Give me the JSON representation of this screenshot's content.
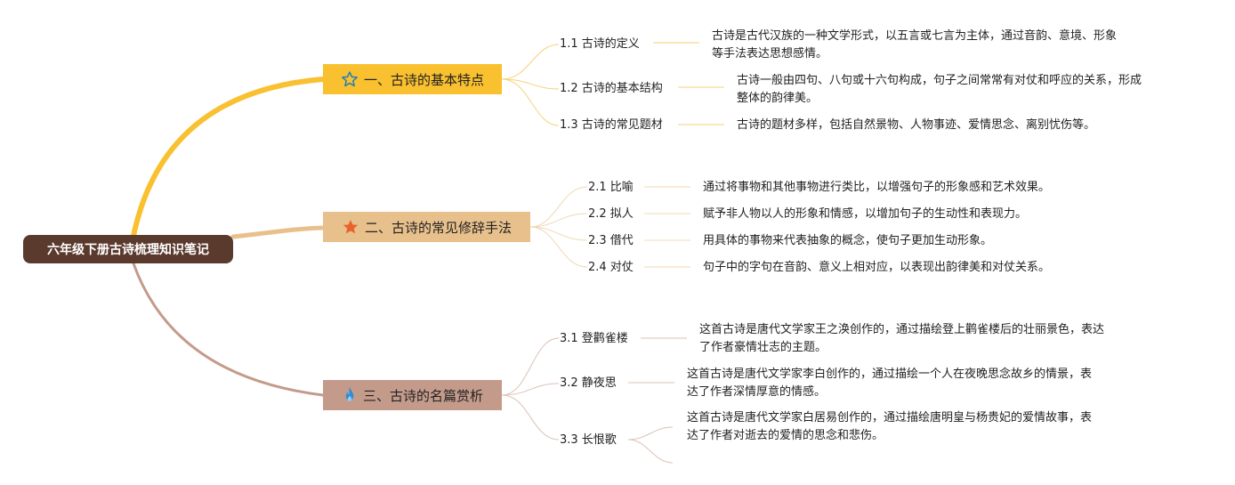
{
  "root": {
    "label": "六年级下册古诗梳理知识笔记"
  },
  "branches": [
    {
      "label": "一、古诗的基本特点",
      "icon": "star-outline-icon",
      "color": "#f9c02f",
      "items": [
        {
          "label": "1.1 古诗的定义",
          "desc": [
            "古诗是古代汉族的一种文学形式，以五言或七言为主体，通过音韵、意境、形象",
            "等手法表达思想感情。"
          ]
        },
        {
          "label": "1.2 古诗的基本结构",
          "desc": [
            "古诗一般由四句、八句或十六句构成，句子之间常常有对仗和呼应的关系，形成",
            "整体的韵律美。"
          ]
        },
        {
          "label": "1.3 古诗的常见题材",
          "desc": [
            "古诗的题材多样，包括自然景物、人物事迹、爱情思念、离别忧伤等。"
          ]
        }
      ]
    },
    {
      "label": "二、古诗的常见修辞手法",
      "icon": "star-filled-icon",
      "color": "#e8c08c",
      "items": [
        {
          "label": "2.1 比喻",
          "desc": [
            "通过将事物和其他事物进行类比，以增强句子的形象感和艺术效果。"
          ]
        },
        {
          "label": "2.2 拟人",
          "desc": [
            "赋予非人物以人的形象和情感，以增加句子的生动性和表现力。"
          ]
        },
        {
          "label": "2.3 借代",
          "desc": [
            "用具体的事物来代表抽象的概念，使句子更加生动形象。"
          ]
        },
        {
          "label": "2.4 对仗",
          "desc": [
            "句子中的字句在音韵、意义上相对应，以表现出韵律美和对仗关系。"
          ]
        }
      ]
    },
    {
      "label": "三、古诗的名篇赏析",
      "icon": "flame-icon",
      "color": "#c49b8b",
      "items": [
        {
          "label": "3.1 登鹳雀楼",
          "desc": [
            "这首古诗是唐代文学家王之涣创作的，通过描绘登上鹳雀楼后的壮丽景色，表达",
            "了作者豪情壮志的主题。"
          ]
        },
        {
          "label": "3.2 静夜思",
          "desc": [
            "这首古诗是唐代文学家李白创作的，通过描绘一个人在夜晚思念故乡的情景，表",
            "达了作者深情厚意的情感。"
          ]
        },
        {
          "label": "3.3 长恨歌",
          "desc": [
            "这首古诗是唐代文学家白居易创作的，通过描绘唐明皇与杨贵妃的爱情故事，表",
            "达了作者对逝去的爱情的思念和悲伤。"
          ]
        }
      ]
    }
  ]
}
